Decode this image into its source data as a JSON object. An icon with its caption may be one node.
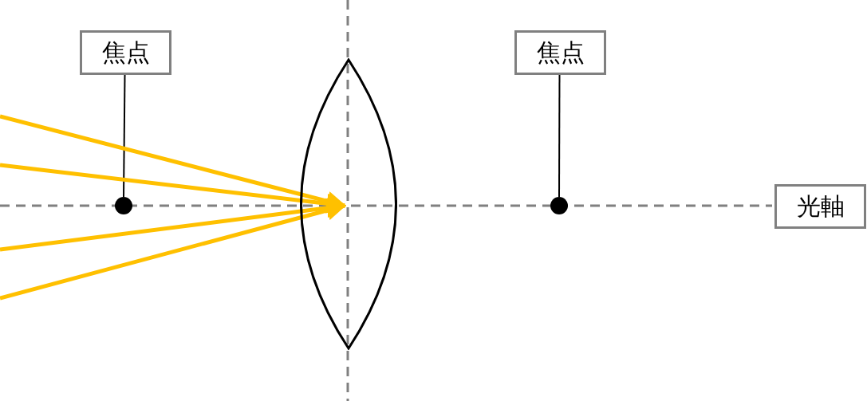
{
  "diagram": {
    "nodes": [
      {
        "text": [
          "焦点"
        ]
      },
      {
        "text": [],
        "shape": "circle"
      },
      {
        "text": [
          "焦点"
        ]
      },
      {
        "text": [],
        "shape": "circle"
      },
      {
        "text": [
          "光軸"
        ]
      },
      {
        "text": [],
        "shape": "lens"
      }
    ],
    "edges": [
      {
        "from": 0,
        "to": 1,
        "arrow": "none",
        "color": "#000000"
      },
      {
        "from": 2,
        "to": 3,
        "arrow": "none",
        "color": "#000000"
      },
      {
        "from": null,
        "to": 5,
        "arrow": "to"
      },
      {
        "from": null,
        "to": 5,
        "arrow": "to"
      },
      {
        "from": null,
        "to": 5,
        "arrow": "to"
      },
      {
        "from": null,
        "to": 5,
        "arrow": "to"
      }
    ]
  }
}
